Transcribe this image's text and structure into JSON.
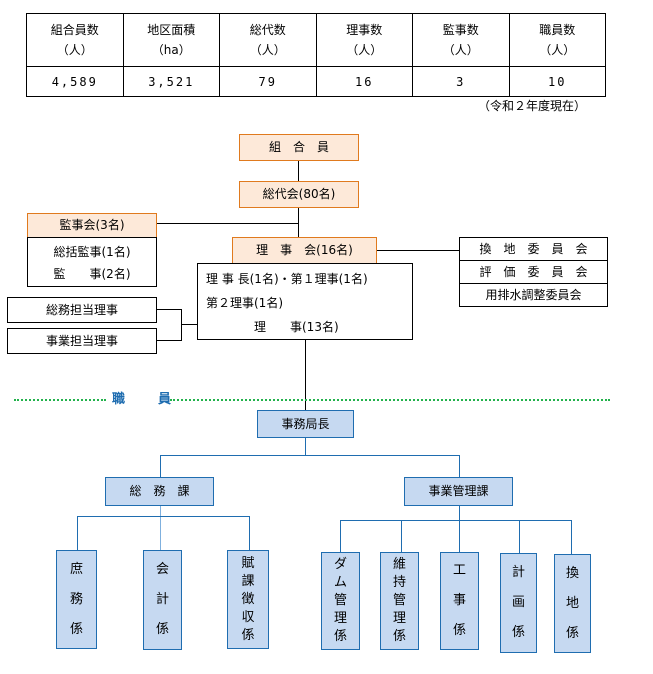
{
  "summary_table": {
    "headers": [
      {
        "label": "組合員数",
        "unit": "（人）"
      },
      {
        "label": "地区面積",
        "unit": "（ha）"
      },
      {
        "label": "総代数",
        "unit": "（人）"
      },
      {
        "label": "理事数",
        "unit": "（人）"
      },
      {
        "label": "監事数",
        "unit": "（人）"
      },
      {
        "label": "職員数",
        "unit": "（人）"
      }
    ],
    "values": [
      "4,589",
      "3,521",
      "79",
      "16",
      "3",
      "10"
    ],
    "note": "（令和２年度現在）"
  },
  "org": {
    "members": "組　合　員",
    "delegates": "総代会(80名)",
    "auditors": {
      "title": "監事会(3名)",
      "lines": [
        "総括監事(1名)",
        "監　　事(2名)"
      ]
    },
    "board": {
      "title": "理　事　会(16名)",
      "lines": [
        "理 事 長(1名)・第１理事(1名)",
        "第２理事(1名)",
        "理　　事(13名)"
      ]
    },
    "committees": [
      "換　地　委　員　会",
      "評　価　委　員　会",
      "用排水調整委員会"
    ],
    "directors_in_charge": [
      "総務担当理事",
      "事業担当理事"
    ]
  },
  "staff": {
    "label": "職　員",
    "head": "事務局長",
    "departments": [
      {
        "name": "総　務　課",
        "sections": [
          [
            "庶",
            "務",
            "係"
          ],
          [
            "会",
            "計",
            "係"
          ],
          [
            "賦",
            "課",
            "徴",
            "収",
            "係"
          ]
        ]
      },
      {
        "name": "事業管理課",
        "sections": [
          [
            "ダ",
            "ム",
            "管",
            "理",
            "係"
          ],
          [
            "維",
            "持",
            "管",
            "理",
            "係"
          ],
          [
            "工",
            "事",
            "係"
          ],
          [
            "計",
            "画",
            "係"
          ],
          [
            "換",
            "地",
            "係"
          ]
        ]
      }
    ]
  },
  "colors": {
    "upper_box_fill": "#fde9d9",
    "upper_box_border": "#e07a1e",
    "staff_box_fill": "#c6d9f1",
    "staff_box_border": "#1f6db0",
    "staff_divider": "#22b24c"
  }
}
